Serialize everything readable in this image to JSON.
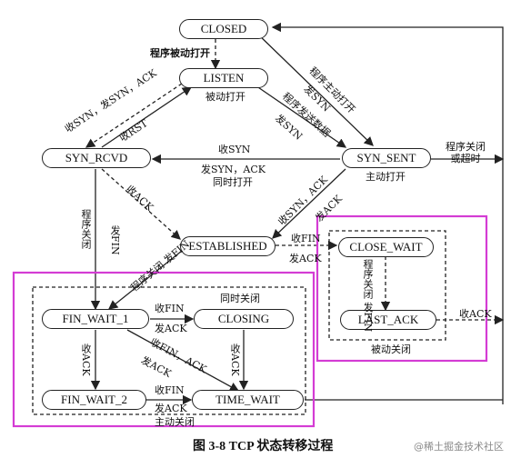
{
  "states": {
    "closed": "CLOSED",
    "listen": "LISTEN",
    "syn_rcvd": "SYN_RCVD",
    "syn_sent": "SYN_SENT",
    "established": "ESTABLISHED",
    "close_wait": "CLOSE_WAIT",
    "last_ack": "LAST_ACK",
    "fin_wait_1": "FIN_WAIT_1",
    "closing": "CLOSING",
    "fin_wait_2": "FIN_WAIT_2",
    "time_wait": "TIME_WAIT"
  },
  "labels": {
    "passive_open_prog": "程序被动打开",
    "passive_open": "被动打开",
    "active_open_prog": "程序主动打开",
    "send_syn": "发SYN",
    "recv_syn_send_ack": "收SYN，发SYN，ACK",
    "recv_rst": "收RST",
    "prog_send_data": "程序发送数据",
    "send_syn2": "发SYN",
    "recv_syn": "收SYN",
    "send_syn_ack": "发SYN，ACK",
    "simultaneous_open": "同时打开",
    "active_open": "主动打开",
    "prog_close_or_timeout": "程序关闭\n或超时",
    "recv_ack": "收ACK",
    "recv_syn_ack": "收SYN，ACK",
    "send_ack": "发ACK",
    "prog_close": "程序关闭",
    "send_fin": "发FIN",
    "recv_fin": "收FIN",
    "send_ack2": "发ACK",
    "prog_close_send_fin": "程序关闭 发FIN",
    "recv_ack_last": "收ACK",
    "passive_close": "被动关闭",
    "simultaneous_close": "同时关闭",
    "recv_fin2": "收FIN",
    "send_ack3": "发ACK",
    "recv_ack2": "收ACK",
    "recv_fin_ack": "收FIN，ACK",
    "send_ack4": "发ACK",
    "recv_fin3": "收FIN",
    "send_ack5": "发ACK",
    "active_close": "主动关闭",
    "recv_ack3": "收ACK"
  },
  "caption": "图 3-8    TCP 状态转移过程",
  "watermark": "@稀土掘金技术社区",
  "colors": {
    "highlight": "#d43cd4",
    "line": "#222222"
  }
}
